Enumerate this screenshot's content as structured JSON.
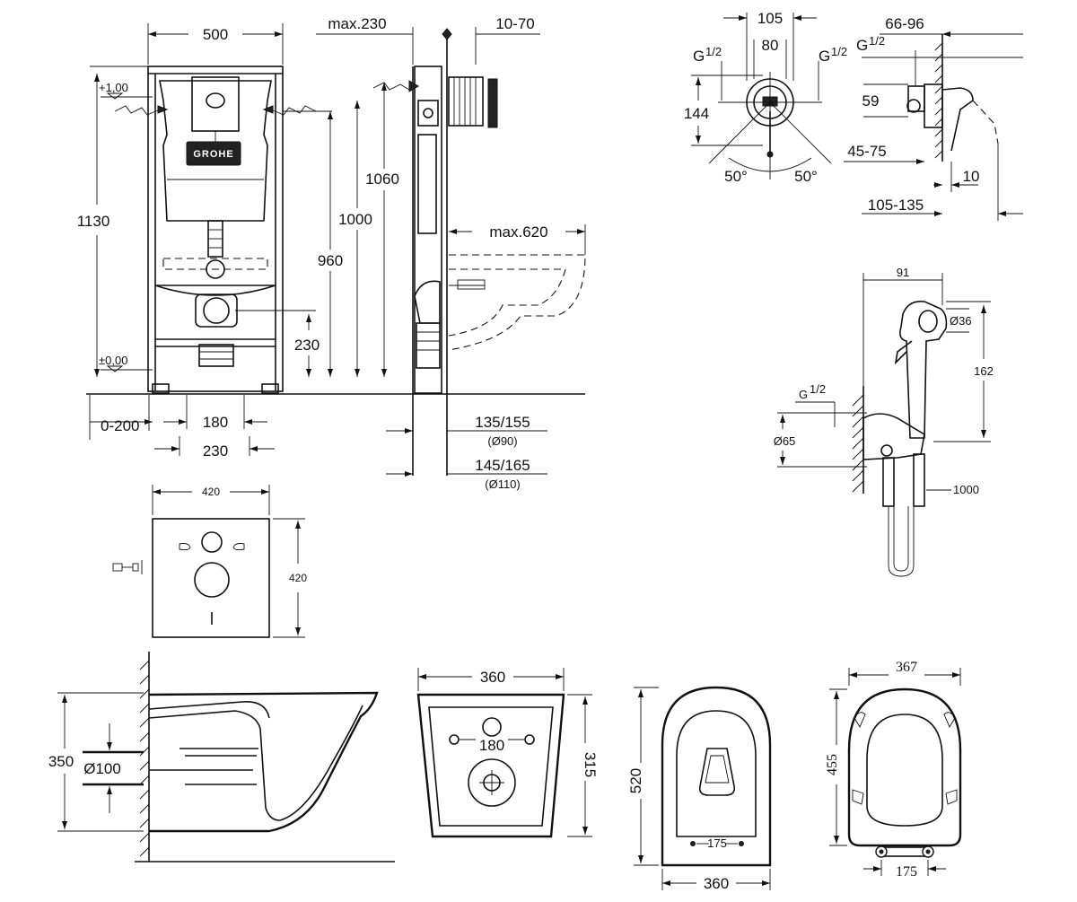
{
  "frame": {
    "d_500": "500",
    "d_1130": "1130",
    "d_plus_1": "+1,00",
    "d_zero": "±0,00",
    "d_0_200": "0-200",
    "d_180": "180",
    "d_230_bottom": "230",
    "logo": "GROHE"
  },
  "side": {
    "d_max230": "max.230",
    "d_10_70": "10-70",
    "d_1060": "1060",
    "d_1000": "1000",
    "d_960": "960",
    "d_230": "230",
    "d_max620": "max.620",
    "d_135_155": "135/155",
    "d_phi90": "(Ø90)",
    "d_145_165": "145/165",
    "d_phi110": "(Ø110)"
  },
  "mixer_front": {
    "d_105": "105",
    "d_80": "80",
    "g_left": "G",
    "g_right": "G",
    "g_frac": "1/2",
    "d_144": "144",
    "d_50_left": "50°",
    "d_50_right": "50°"
  },
  "mixer_side": {
    "d_66_96": "66-96",
    "g_label": "G",
    "g_frac": "1/2",
    "d_59": "59",
    "d_45_75": "45-75",
    "d_10": "10",
    "d_105_135": "105-135"
  },
  "hygiene": {
    "d_91": "91",
    "d_36": "Ø36",
    "d_162": "162",
    "g_label": "G",
    "g_frac": "1/2",
    "d_65": "Ø65",
    "d_1000": "1000"
  },
  "mat": {
    "d_420_w": "420",
    "d_420_h": "420"
  },
  "bowl_side": {
    "d_350": "350",
    "d_100": "Ø100"
  },
  "bowl_back": {
    "d_360": "360",
    "d_180": "180",
    "d_315": "315"
  },
  "bowl_top": {
    "d_520": "520",
    "d_175": "175",
    "d_360": "360"
  },
  "seat": {
    "d_367": "367",
    "d_455": "455",
    "d_175": "175"
  }
}
